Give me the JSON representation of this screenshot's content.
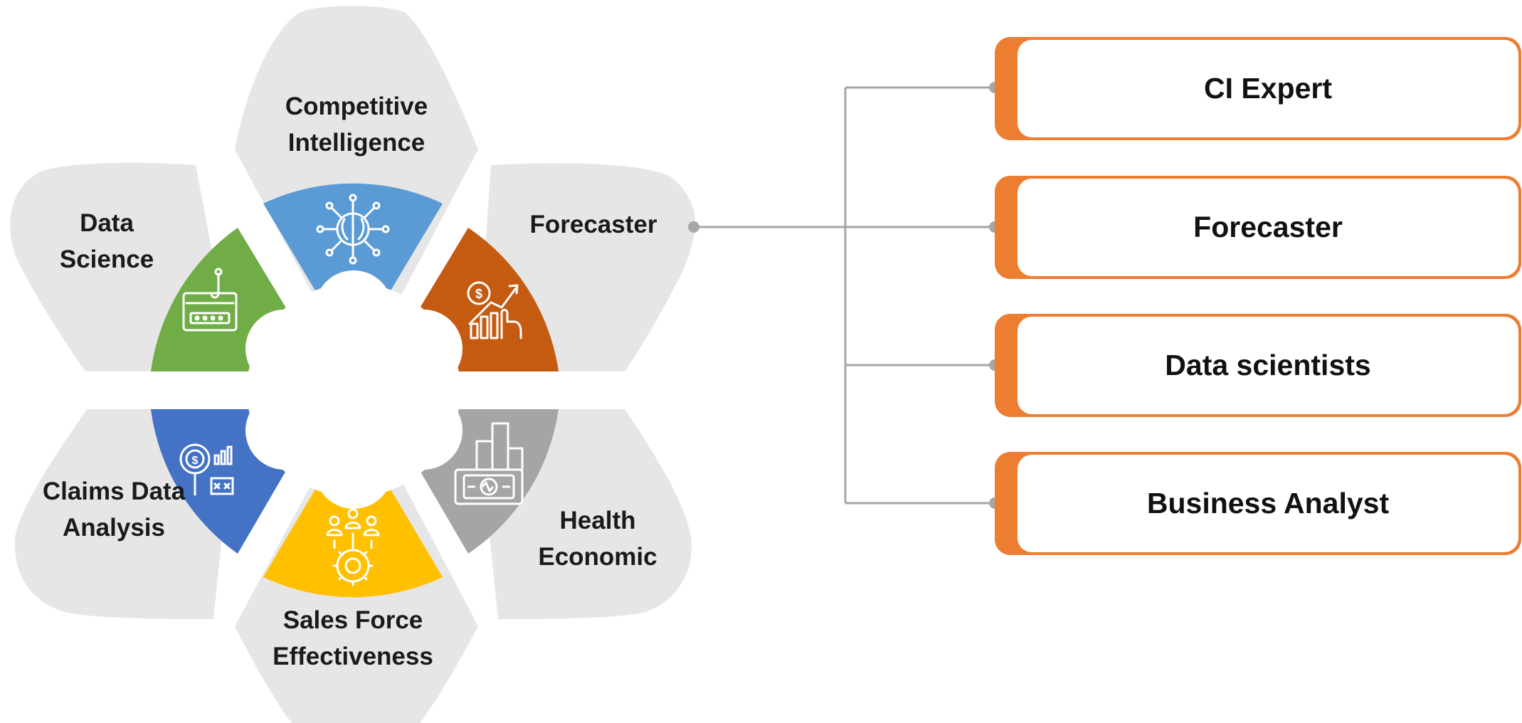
{
  "wheel": {
    "segments": [
      {
        "id": "competitive-intelligence",
        "label_line1": "Competitive",
        "label_line2": "Intelligence",
        "color": "#5b9bd5",
        "icon": "brain-circuit-icon"
      },
      {
        "id": "forecaster",
        "label_line1": "Forecaster",
        "label_line2": "",
        "color": "#c55a11",
        "icon": "growth-chart-hand-icon"
      },
      {
        "id": "health-economic",
        "label_line1": "Health",
        "label_line2": "Economic",
        "color": "#a5a5a5",
        "icon": "money-bar-chart-icon"
      },
      {
        "id": "sales-force-effectiveness",
        "label_line1": "Sales Force",
        "label_line2": "Effectiveness",
        "color": "#ffc000",
        "icon": "team-gear-icon"
      },
      {
        "id": "claims-data-analysis",
        "label_line1": "Claims Data",
        "label_line2": "Analysis",
        "color": "#4472c4",
        "icon": "target-analysis-icon"
      },
      {
        "id": "data-science",
        "label_line1": "Data",
        "label_line2": "Science",
        "color": "#70ad47",
        "icon": "phishing-card-icon"
      }
    ],
    "petal_color": "#e6e6e6"
  },
  "roles": {
    "accent_color": "#ed7d31",
    "items": [
      {
        "label": "CI Expert"
      },
      {
        "label": "Forecaster"
      },
      {
        "label": "Data scientists"
      },
      {
        "label": "Business Analyst"
      }
    ]
  },
  "connector_color": "#a6a6a6"
}
